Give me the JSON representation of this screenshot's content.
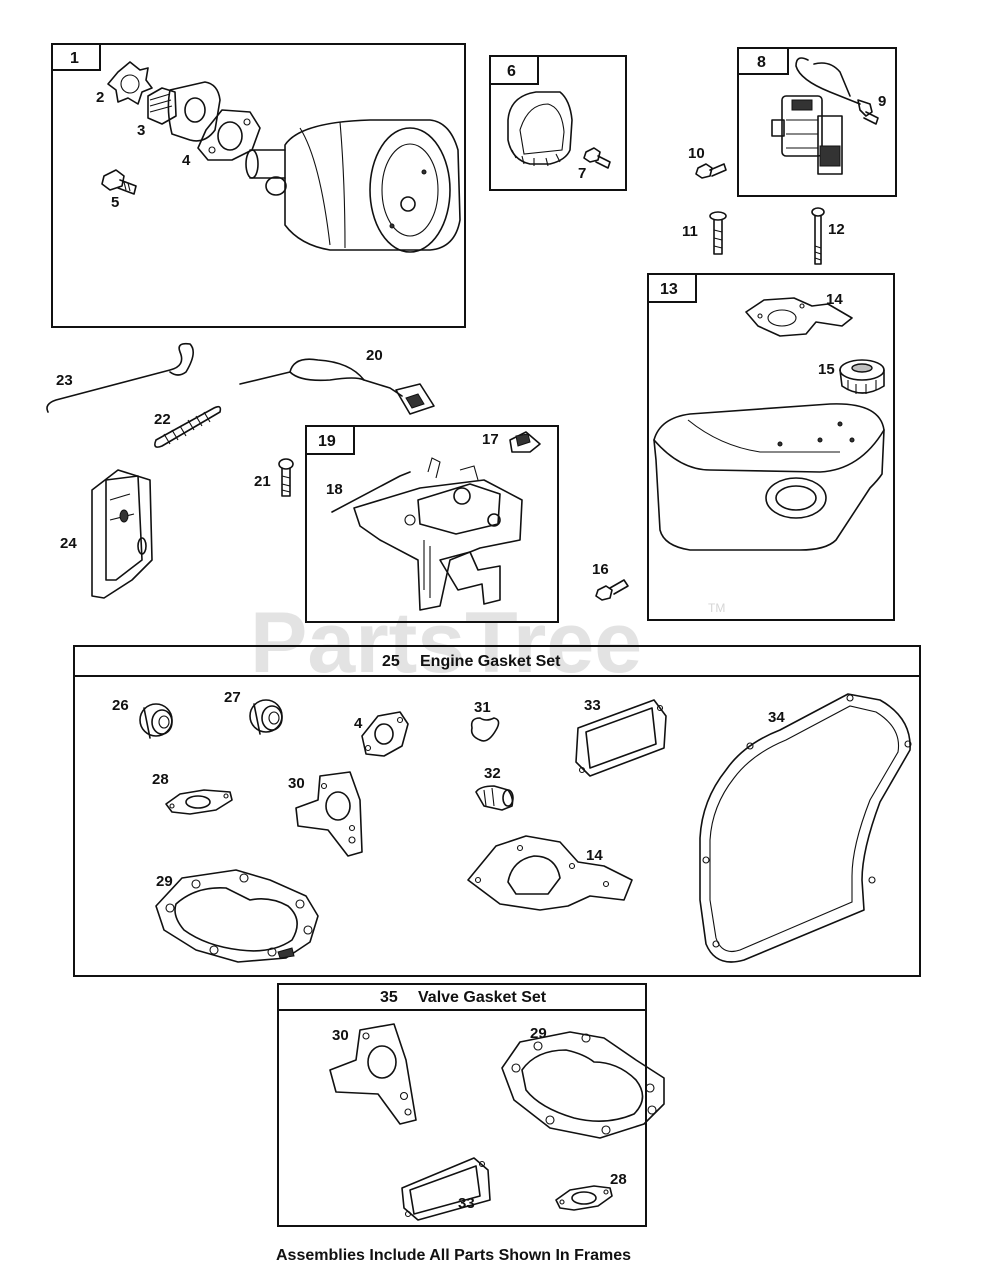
{
  "watermark": {
    "text": "PartsTree",
    "trademark": "TM"
  },
  "frames": {
    "f1": "1",
    "f6": "6",
    "f8": "8",
    "f13": "13",
    "f19": "19"
  },
  "sets": {
    "engine_gasket_set": {
      "number": "25",
      "title": "Engine Gasket Set"
    },
    "valve_gasket_set": {
      "number": "35",
      "title": "Valve Gasket Set"
    }
  },
  "callouts": {
    "c2": "2",
    "c3": "3",
    "c4": "4",
    "c5": "5",
    "c7": "7",
    "c9": "9",
    "c10": "10",
    "c11": "11",
    "c12": "12",
    "c14": "14",
    "c15": "15",
    "c16": "16",
    "c17": "17",
    "c18": "18",
    "c20": "20",
    "c21": "21",
    "c22": "22",
    "c23": "23",
    "c24": "24",
    "e26": "26",
    "e27": "27",
    "e4": "4",
    "e31": "31",
    "e33": "33",
    "e34": "34",
    "e28": "28",
    "e30": "30",
    "e32": "32",
    "e14": "14",
    "e29": "29",
    "v30": "30",
    "v29": "29",
    "v33": "33",
    "v28": "28"
  },
  "footer": "Assemblies Include All Parts Shown In Frames"
}
